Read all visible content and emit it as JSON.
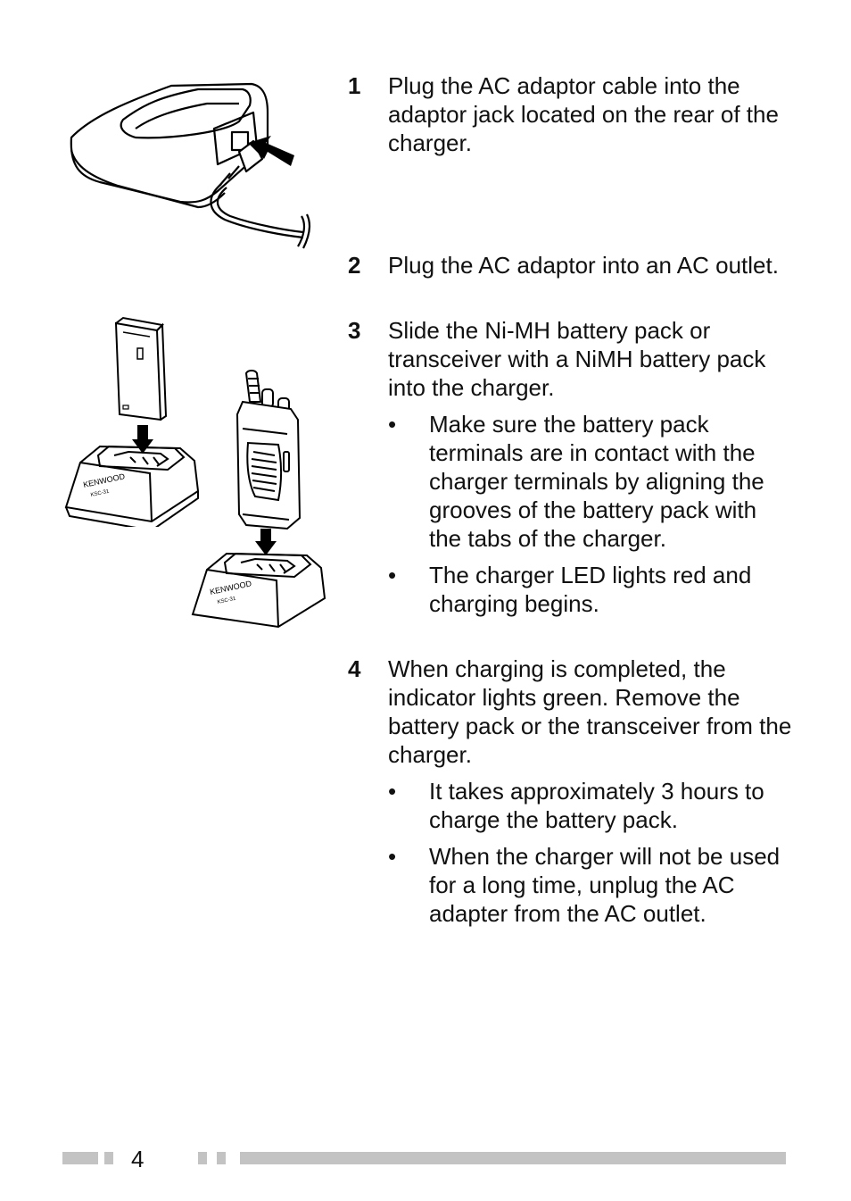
{
  "steps": [
    {
      "num": "1",
      "text": "Plug the AC adaptor cable into the adaptor jack located on the rear of the charger.",
      "bullets": []
    },
    {
      "num": "2",
      "text": "Plug the AC adaptor into an AC outlet.",
      "bullets": []
    },
    {
      "num": "3",
      "text": "Slide the Ni-MH battery pack or transceiver with a NiMH battery pack into the charger.",
      "bullets": [
        "Make sure the battery pack terminals are in contact with the charger terminals by aligning the grooves of the battery pack with the tabs of the charger.",
        "The charger LED lights red and charging begins."
      ]
    },
    {
      "num": "4",
      "text": "When charging is completed, the indicator lights green.  Remove the battery pack or the transceiver from the charger.",
      "bullets": [
        "It takes approximately 3 hours to charge the battery pack.",
        "When the charger will not be used for a long time, unplug the AC adapter from the AC outlet."
      ]
    }
  ],
  "bullet_symbol": "•",
  "footer": {
    "page_number": "4"
  },
  "illustration_labels": {
    "brand": "KENWOOD",
    "model": "KSC-31"
  },
  "colors": {
    "footer_bar": "#c3c3c3",
    "line_art": "#000000"
  }
}
